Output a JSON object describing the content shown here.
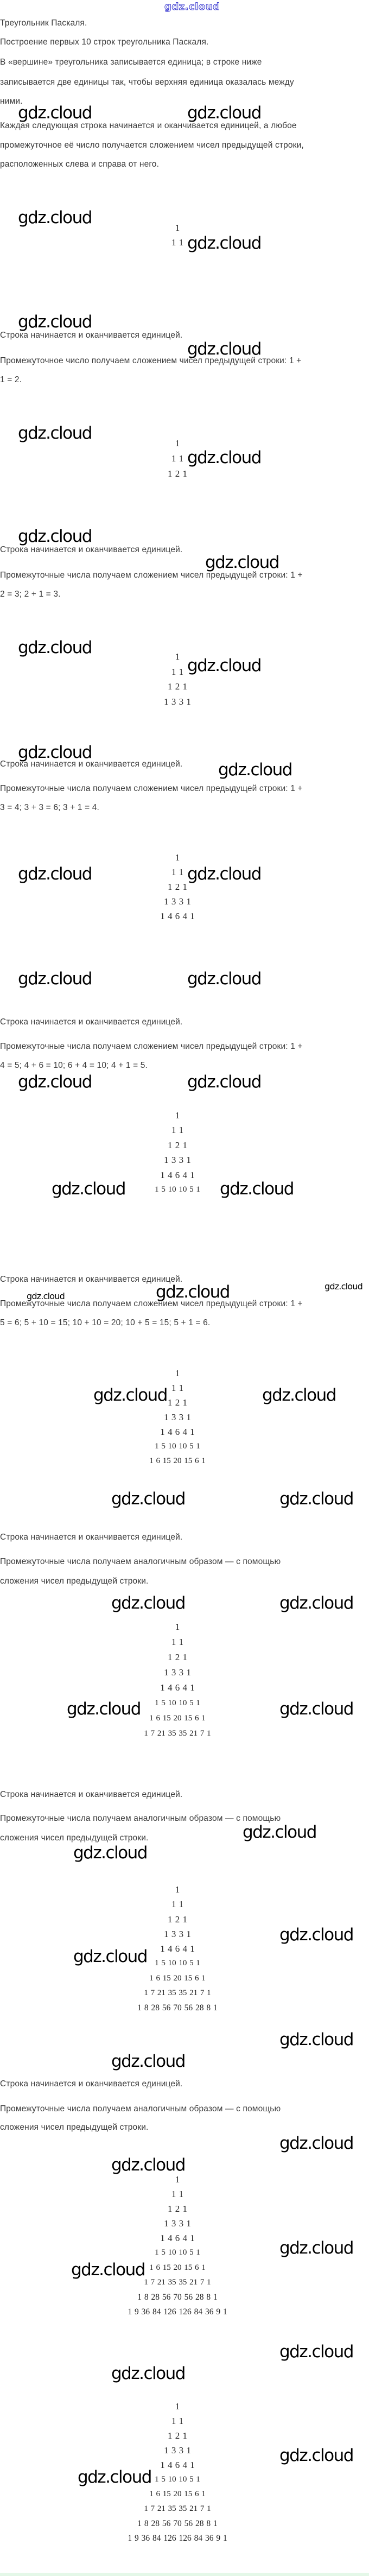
{
  "logo": "gdz.cloud",
  "watermark": "gdz.cloud",
  "intro": {
    "title": "Треугольник Паскаля.",
    "subtitle": "Построение первых 10 строк треугольника Паскаля.",
    "p1": [
      "В «вершине» треугольника записывается единица; в строке ниже",
      "записывается две единицы так, чтобы верхняя единица оказалась между",
      "ними."
    ],
    "p2": [
      "Каждая следующая строка начинается и оканчивается единицей, а любое",
      "промежуточное её число получается сложением чисел предыдущей строки,",
      "расположенных слева и справа от него."
    ]
  },
  "common": {
    "starts_ends": "Строка начинается и оканчивается единицей."
  },
  "steps": [
    {
      "lines": [
        "Промежуточное число получаем сложением чисел предыдущей строки: 1 +",
        "1 = 2."
      ]
    },
    {
      "lines": [
        "Промежуточные числа получаем сложением чисел предыдущей строки: 1 +",
        "2 = 3; 2 + 1 = 3."
      ]
    },
    {
      "lines": [
        "Промежуточные числа получаем сложением чисел предыдущей строки: 1 +",
        "3 = 4; 3 + 3 = 6; 3 + 1 = 4."
      ]
    },
    {
      "lines": [
        "Промежуточные числа получаем сложением чисел предыдущей строки: 1 +",
        "4 = 5; 4 + 6 = 10; 6 + 4 = 10; 4 + 1 = 5."
      ]
    },
    {
      "lines": [
        "Промежуточные числа получаем сложением чисел предыдущей строки: 1 +",
        "5 = 6; 5 + 10 = 15; 10 + 10 = 20; 10 + 5 = 15; 5 + 1 = 6."
      ]
    },
    {
      "lines": [
        "Промежуточные числа получаем аналогичным образом — с помощью",
        "сложения чисел предыдущей строки."
      ]
    },
    {
      "lines": [
        "Промежуточные числа получаем аналогичным образом — с помощью",
        "сложения чисел предыдущей строки."
      ]
    },
    {
      "lines": [
        "Промежуточные числа получаем аналогичным образом — с помощью",
        "сложения чисел предыдущей строки."
      ]
    }
  ],
  "pascal_rows": [
    "1",
    "1 1",
    "1 2 1",
    "1 3 3 1",
    "1 4 6 4 1",
    "1 5 10 10 5 1",
    "1 6 15 20 15 6 1",
    "1 7 21 35 35 21 7 1",
    "1 8 28 56 70 56 28 8 1",
    "1 9 36 84 126 126 84 36 9 1"
  ]
}
